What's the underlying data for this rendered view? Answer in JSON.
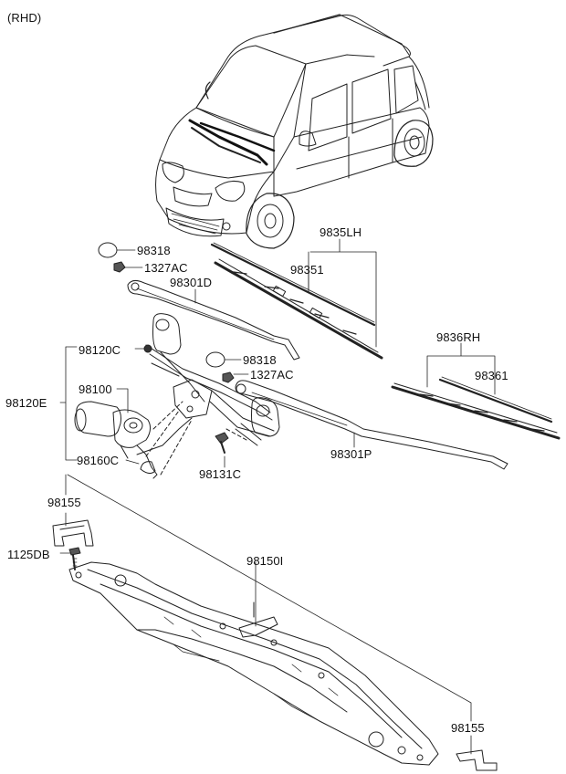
{
  "variant": "(RHD)",
  "parts": {
    "p_9835LH": "9835LH",
    "p_98351": "98351",
    "p_98318_a": "98318",
    "p_1327AC_a": "1327AC",
    "p_98301D": "98301D",
    "p_98120C": "98120C",
    "p_98318_b": "98318",
    "p_1327AC_b": "1327AC",
    "p_9836RH": "9836RH",
    "p_98361": "98361",
    "p_98100": "98100",
    "p_98120E": "98120E",
    "p_98160C": "98160C",
    "p_98131C": "98131C",
    "p_98301P": "98301P",
    "p_98155_a": "98155",
    "p_1125DB": "1125DB",
    "p_98150I": "98150I",
    "p_98155_b": "98155"
  }
}
